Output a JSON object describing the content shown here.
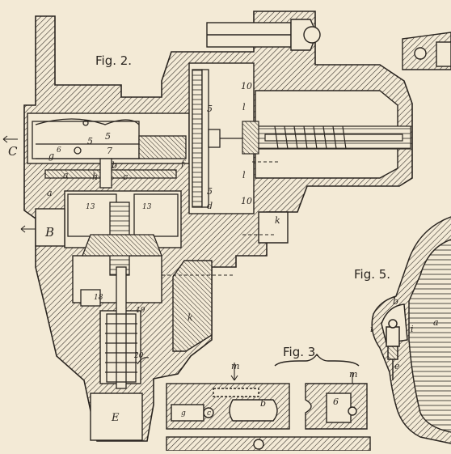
{
  "figures": {
    "fig2": "Fig. 2.",
    "fig3": "Fig. 3.",
    "fig5": "Fig. 5."
  },
  "labels": {
    "C": "C",
    "B": "B",
    "E": "E",
    "a_left": "a",
    "a_strip": "a",
    "a_fig5": "a",
    "b_fig2": "b",
    "b_fig3": "b",
    "b_fig5": "b",
    "c_fig2": "c",
    "c_fig3": "c",
    "d": "d",
    "e": "e",
    "f": "f",
    "g_fig2": "g",
    "g_fig3": "g",
    "h": "h",
    "i_left": "i",
    "i_right": "i",
    "k_upper": "k",
    "k_lower": "k",
    "l_top": "l",
    "l_bottom": "l",
    "m_left": "m",
    "m_right": "m",
    "n5_a": "5",
    "n5_b": "5",
    "n5_c": "5",
    "n5_d": "5",
    "n6_fig2": "6",
    "n6_fig3": "6",
    "n7": "7",
    "n10_top": "10",
    "n10_bottom": "10",
    "n13_a": "13",
    "n13_b": "13",
    "n18": "18",
    "n19": "19",
    "n20": "20"
  },
  "colors": {
    "paper": "#f3ead6",
    "ink": "#2a2520"
  }
}
